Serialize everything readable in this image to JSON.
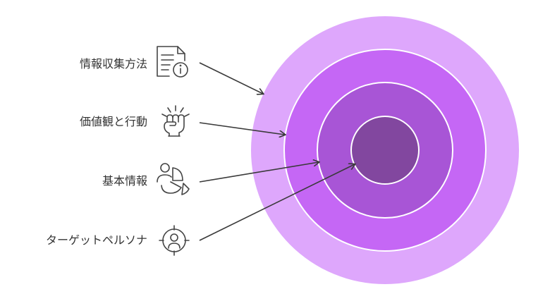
{
  "diagram": {
    "type": "concentric-target",
    "rings": [
      {
        "name": "outer-ring",
        "color": "#dea7fc"
      },
      {
        "name": "second-ring",
        "color": "#c567f5"
      },
      {
        "name": "third-ring",
        "color": "#a855d6"
      },
      {
        "name": "core",
        "color": "#82479f"
      }
    ],
    "items": [
      {
        "label": "情報収集方法",
        "icon": "document-info-icon"
      },
      {
        "label": "価値観と行動",
        "icon": "fist-icon"
      },
      {
        "label": "基本情報",
        "icon": "person-pie-chart-icon"
      },
      {
        "label": "ターゲットペルソナ",
        "icon": "target-person-icon"
      }
    ]
  }
}
